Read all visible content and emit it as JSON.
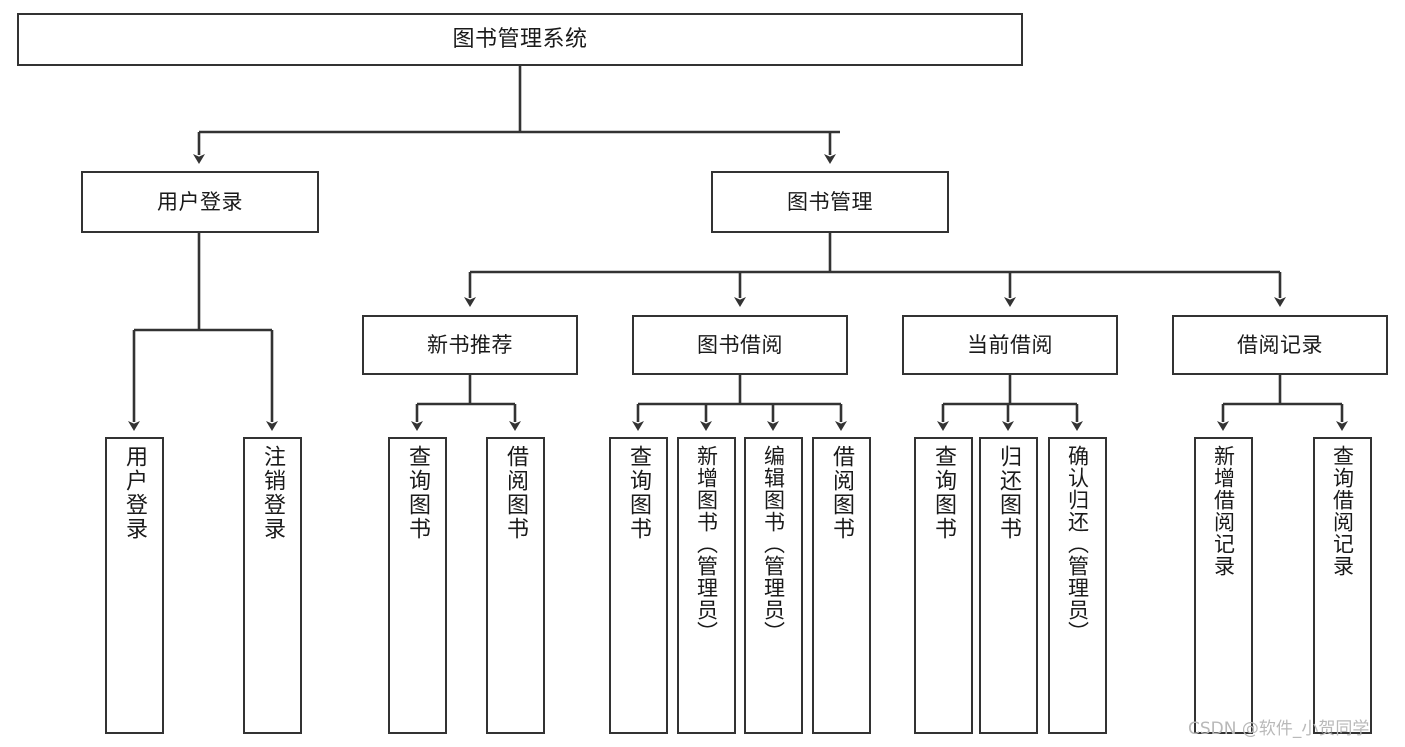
{
  "diagram": {
    "title": "图书管理系统",
    "type": "tree-hierarchy",
    "colors": {
      "box_border": "#333333",
      "box_fill": "#ffffff",
      "connector": "#333333",
      "text": "#1a1a1a",
      "watermark": "#b9b9b9",
      "background": "#ffffff"
    },
    "root": {
      "label": "图书管理系统"
    },
    "level2": [
      {
        "label": "用户登录"
      },
      {
        "label": "图书管理"
      }
    ],
    "level3": [
      {
        "label": "新书推荐"
      },
      {
        "label": "图书借阅"
      },
      {
        "label": "当前借阅"
      },
      {
        "label": "借阅记录"
      }
    ],
    "leaves": {
      "user_login": [
        {
          "label": "用户登录"
        },
        {
          "label": "注销登录"
        }
      ],
      "new_book_recommend": [
        {
          "label": "查询图书"
        },
        {
          "label": "借阅图书"
        }
      ],
      "book_borrow": [
        {
          "label": "查询图书"
        },
        {
          "label": "新增图书（管理员）"
        },
        {
          "label": "编辑图书（管理员）"
        },
        {
          "label": "借阅图书"
        }
      ],
      "current_borrow": [
        {
          "label": "查询图书"
        },
        {
          "label": "归还图书"
        },
        {
          "label": "确认归还（管理员）"
        }
      ],
      "borrow_record": [
        {
          "label": "新增借阅记录"
        },
        {
          "label": "查询借阅记录"
        }
      ]
    }
  },
  "watermark": {
    "text": "CSDN @软件_小贺同学"
  }
}
